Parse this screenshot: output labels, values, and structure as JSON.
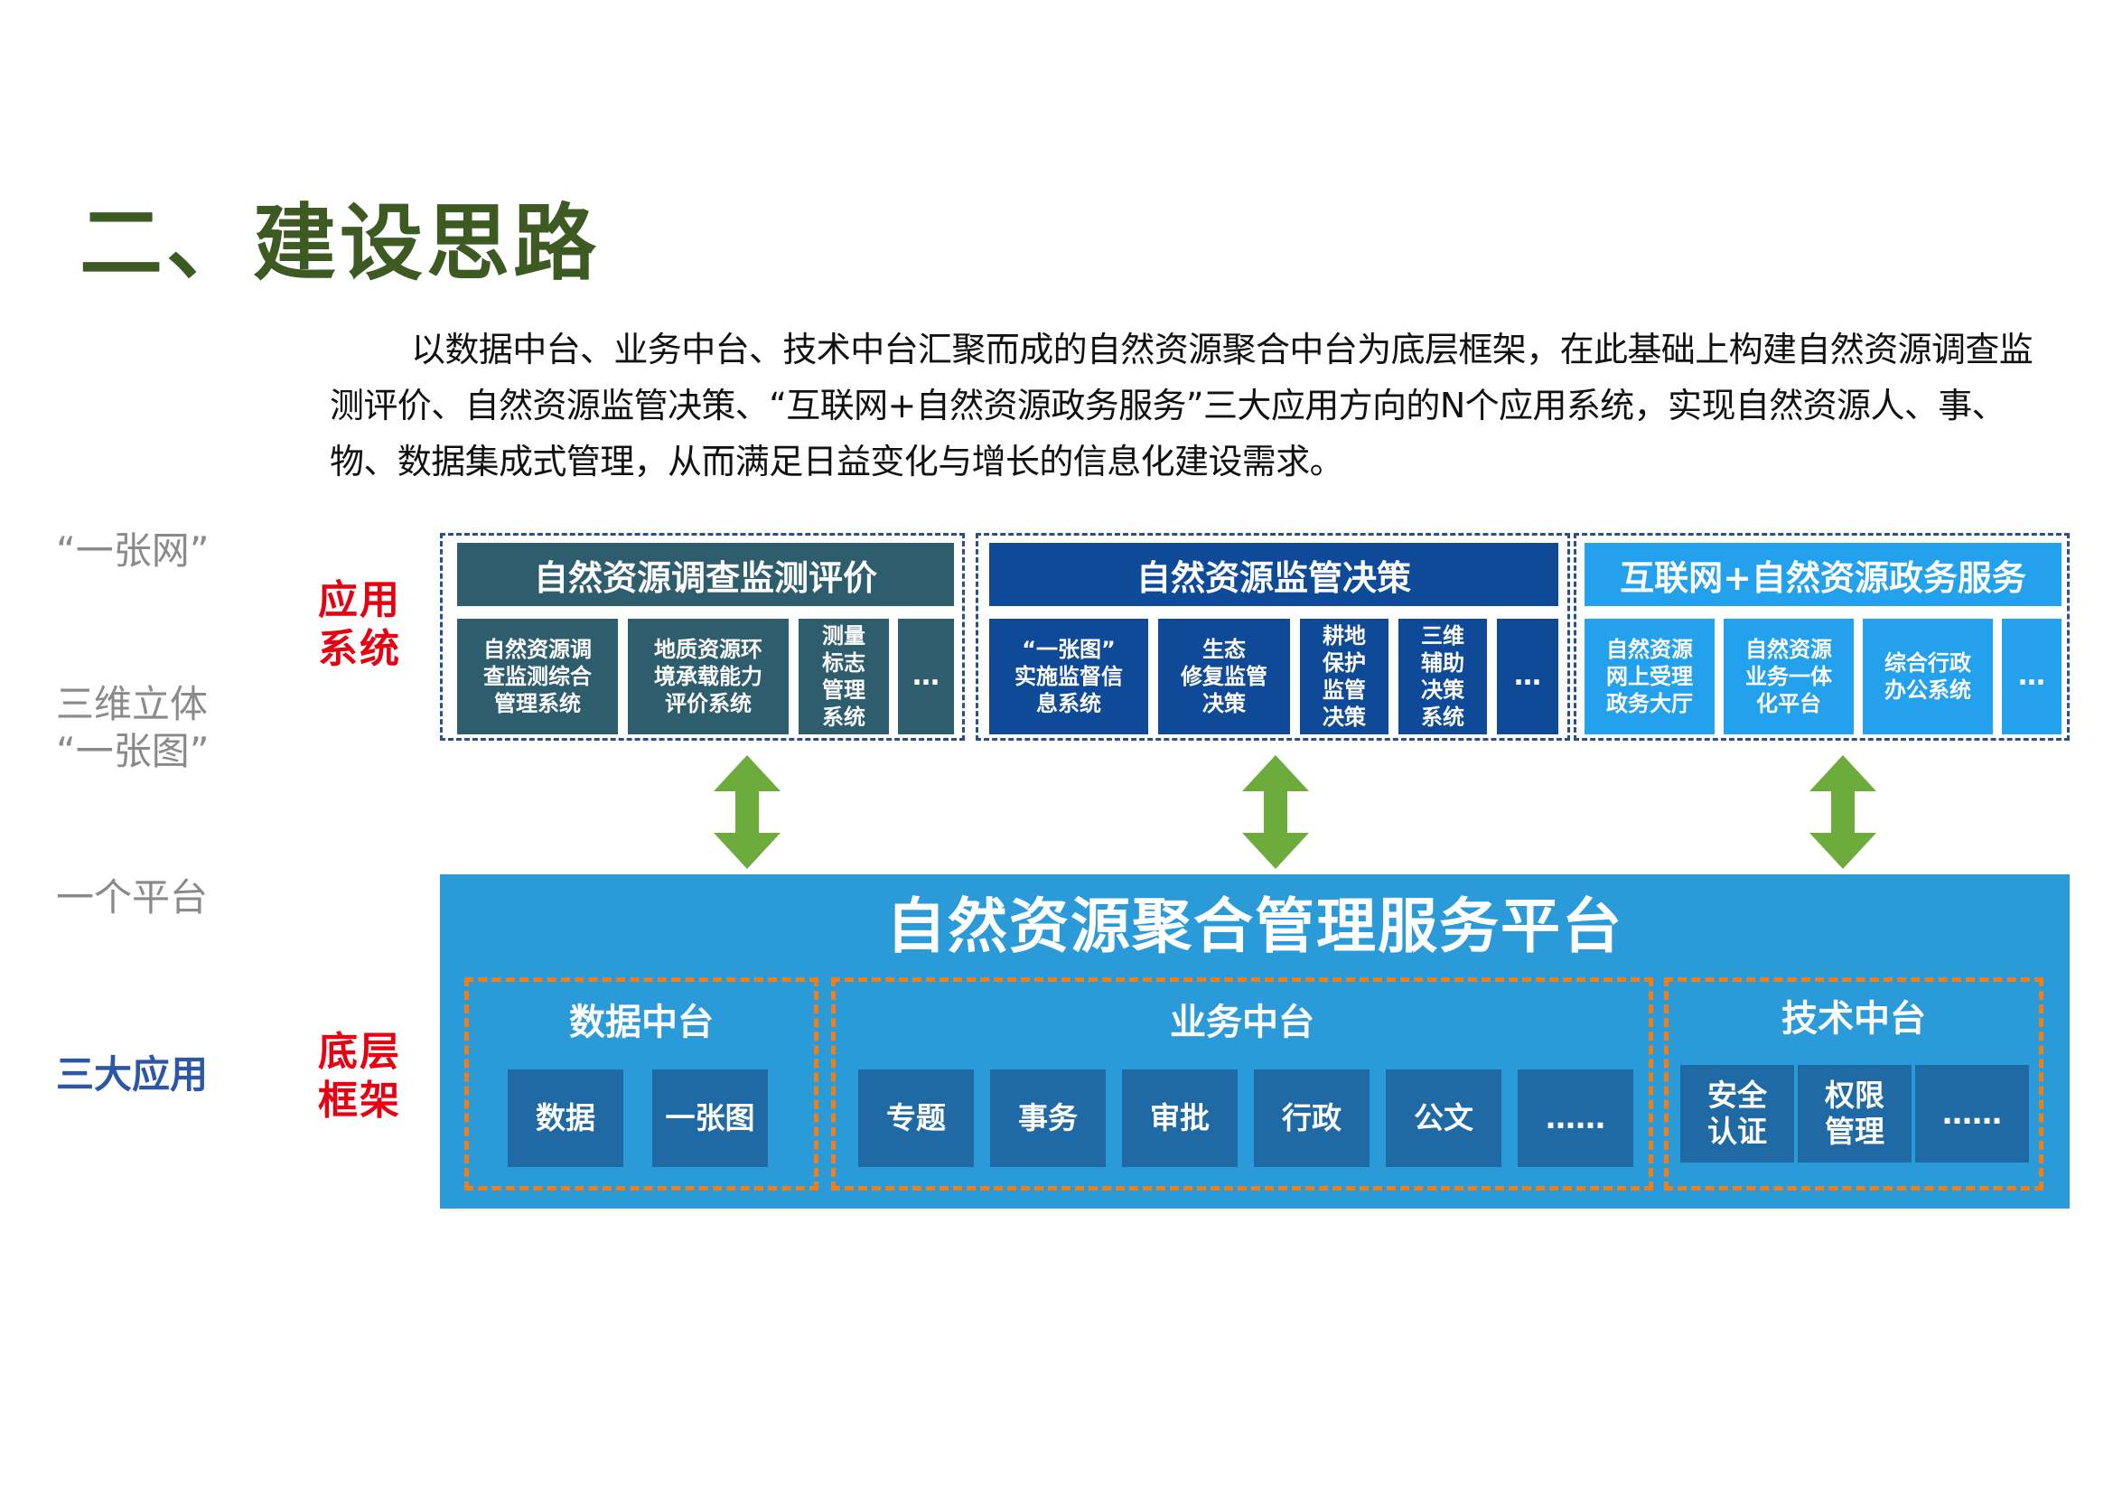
{
  "title": "二、建设思路",
  "intro": "以数据中台、业务中台、技术中台汇聚而成的自然资源聚合中台为底层框架，在此基础上构建自然资源调查监测评价、自然资源监管决策、“互联网+自然资源政务服务”三大应用方向的N个应用系统，实现自然资源人、事、物、数据集成式管理，从而满足日益变化与增长的信息化建设需求。",
  "left_labels": [
    "“一张网”",
    "三维立体",
    "“一张图”",
    "一个平台",
    "三大应用"
  ],
  "layer_labels": {
    "app": "应用\n系统",
    "base": "底层\n框架"
  },
  "app_groups": [
    {
      "title": "自然资源调查监测评价",
      "color": "#2e5d6e",
      "items": [
        "自然资源调\n查监测综合\n管理系统",
        "地质资源环\n境承载能力\n评价系统",
        "测量\n标志\n管理\n系统",
        "…"
      ]
    },
    {
      "title": "自然资源监管决策",
      "color": "#0f4a99",
      "items": [
        "“一张图”\n实施监督信\n息系统",
        "生态\n修复监管\n决策",
        "耕地\n保护\n监管\n决策",
        "三维\n辅助\n决策\n系统",
        "…"
      ]
    },
    {
      "title": "互联网+自然资源政务服务",
      "color": "#23a1ec",
      "items": [
        "自然资源\n网上受理\n政务大厅",
        "自然资源\n业务一体\n化平台",
        "综合行政\n办公系统",
        "…"
      ]
    }
  ],
  "platform": {
    "title": "自然资源聚合管理服务平台",
    "modules": [
      {
        "title": "数据中台",
        "items": [
          "数据",
          "一张图"
        ]
      },
      {
        "title": "业务中台",
        "items": [
          "专题",
          "事务",
          "审批",
          "行政",
          "公文",
          "……"
        ]
      },
      {
        "title": "技术中台",
        "items": [
          "安全\n认证",
          "权限\n管理",
          "……"
        ]
      }
    ]
  },
  "colors": {
    "title": "#3d5a22",
    "arrow": "#6eab3d",
    "platform": "#2b9ad8",
    "module_border": "#ef7f1a",
    "label_red": "#e60012"
  }
}
